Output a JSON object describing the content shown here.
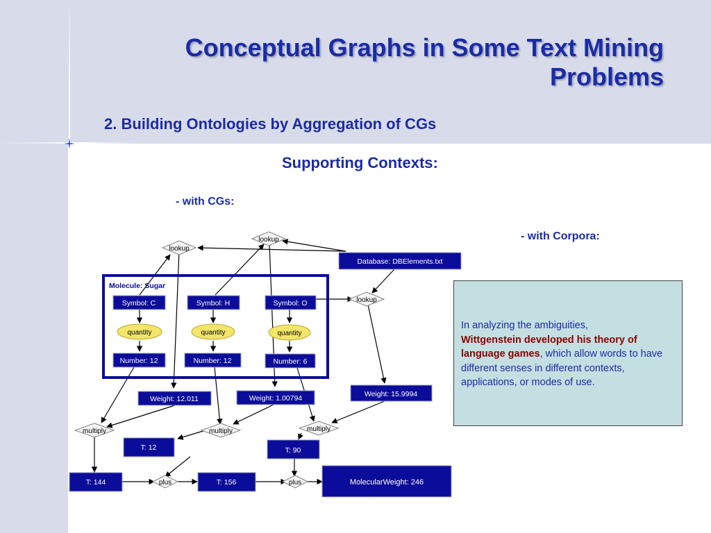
{
  "slide": {
    "title_line1": "Conceptual Graphs in Some Text Mining",
    "title_line2": "Problems",
    "subtitle": "2. Building Ontologies by Aggregation of CGs",
    "section_heading": "Supporting Contexts:",
    "label_with_cgs": "- with CGs:",
    "label_with_corpora": "- with Corpora:"
  },
  "colors": {
    "title": "#1b2ba6",
    "concept_fill": "#0c0c9a",
    "highlight_text": "#8b0000",
    "quote_box_bg": "#c4dfe1",
    "relation_quantity_fill": "#f2e56a"
  },
  "diagram": {
    "context_label": "Molecule: Sugar",
    "database": "Database: DBElements.txt",
    "symbol_c": "Symbol: C",
    "symbol_h": "Symbol: H",
    "symbol_o": "Symbol: O",
    "quantity": "quantity",
    "number_c": "Number: 12",
    "number_h": "Number: 12",
    "number_o": "Number: 6",
    "lookup": "lookup",
    "weight_c": "Weight: 12.011",
    "weight_h": "Weight: 1.00794",
    "weight_o": "Weight: 15.9994",
    "multiply": "multiply",
    "t12": "T: 12",
    "t90": "T: 90",
    "t144": "T: 144",
    "t156": "T: 156",
    "plus": "plus",
    "molecular_weight": "MolecularWeight: 246"
  },
  "quote": {
    "intro": "In analyzing the ambiguities,",
    "highlight": "Wittgenstein developed his theory of language games",
    "rest": ", which allow words to have different senses in different contexts, applications, or modes of use."
  }
}
